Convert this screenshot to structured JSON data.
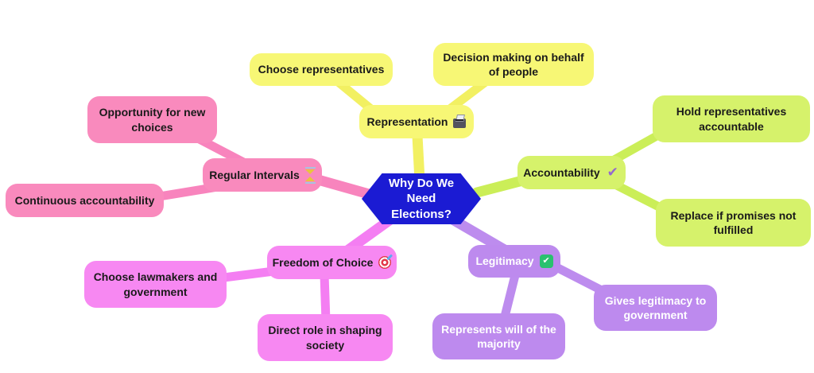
{
  "title": "Why Do We Need Elections? mind map",
  "colors": {
    "background": "#ffffff",
    "central_fill": "#1b1bd3",
    "central_text": "#ffffff",
    "representation": "#f7f775",
    "accountability": "#d6f26b",
    "legitimacy": "#bd8aee",
    "freedom_of_choice": "#f788f2",
    "regular_intervals": "#f98abd",
    "purple_check": "#9468cf",
    "green_check_badge": "#29c16e"
  },
  "central": {
    "label": "Why Do We Need Elections?"
  },
  "branches": [
    {
      "id": "representation",
      "label": "Representation",
      "icon": "ballot-box-icon",
      "color": "#f7f775",
      "children": [
        {
          "label": "Choose representatives"
        },
        {
          "label": "Decision making on behalf of people"
        }
      ]
    },
    {
      "id": "accountability",
      "label": "Accountability",
      "icon": "purple-check-icon",
      "color": "#d6f26b",
      "children": [
        {
          "label": "Hold representatives accountable"
        },
        {
          "label": "Replace if promises not fulfilled"
        }
      ]
    },
    {
      "id": "legitimacy",
      "label": "Legitimacy",
      "icon": "green-check-badge-icon",
      "color": "#bd8aee",
      "children": [
        {
          "label": "Represents will of the majority"
        },
        {
          "label": "Gives legitimacy to government"
        }
      ]
    },
    {
      "id": "freedom-of-choice",
      "label": "Freedom of Choice",
      "icon": "target-icon",
      "color": "#f788f2",
      "children": [
        {
          "label": "Choose lawmakers and government"
        },
        {
          "label": "Direct role in shaping society"
        }
      ]
    },
    {
      "id": "regular-intervals",
      "label": "Regular Intervals",
      "icon": "hourglass-icon",
      "color": "#f98abd",
      "children": [
        {
          "label": "Opportunity for new choices"
        },
        {
          "label": "Continuous accountability"
        }
      ]
    }
  ]
}
